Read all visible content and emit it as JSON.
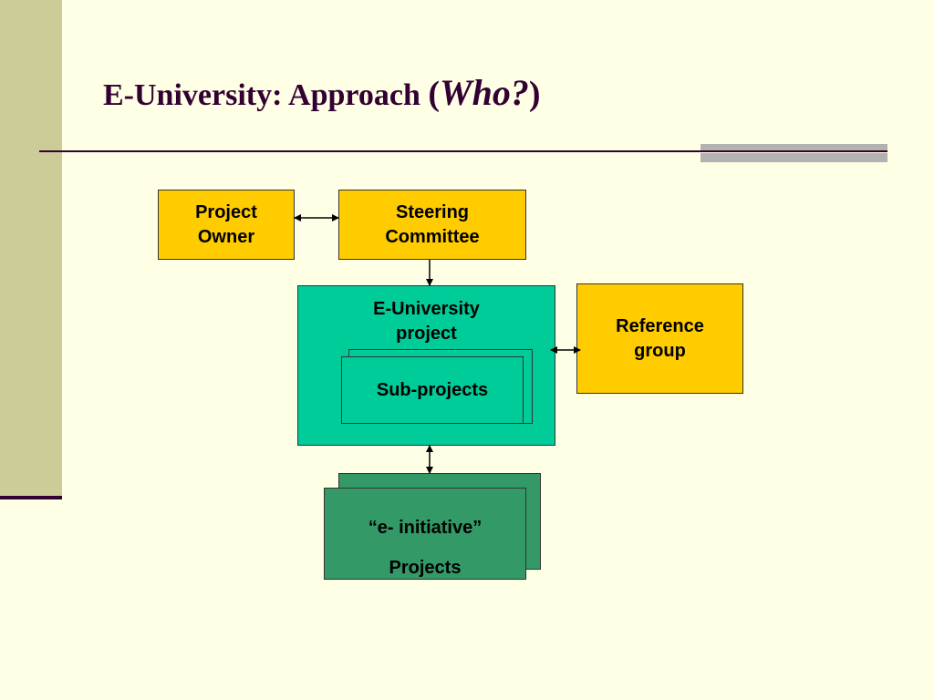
{
  "slide": {
    "title_main": "E-University: Approach ",
    "title_paren_open": "(",
    "title_who": "Who?",
    "title_paren_close": ")"
  },
  "diagram": {
    "project_owner": [
      "Project",
      "Owner"
    ],
    "steering_committee": [
      "Steering",
      "Committee"
    ],
    "e_university_project": [
      "E-University",
      "project"
    ],
    "sub_projects": "Sub-projects",
    "reference_group": [
      "Reference",
      "group"
    ],
    "initiative_projects": [
      "“e- initiative”",
      "Projects"
    ]
  },
  "colors": {
    "background": "#ffffe5",
    "sidebar": "#cccc99",
    "accent_dark": "#330033",
    "yellow_box": "#ffcc00",
    "teal_box": "#00cc99",
    "green_box": "#339966"
  }
}
